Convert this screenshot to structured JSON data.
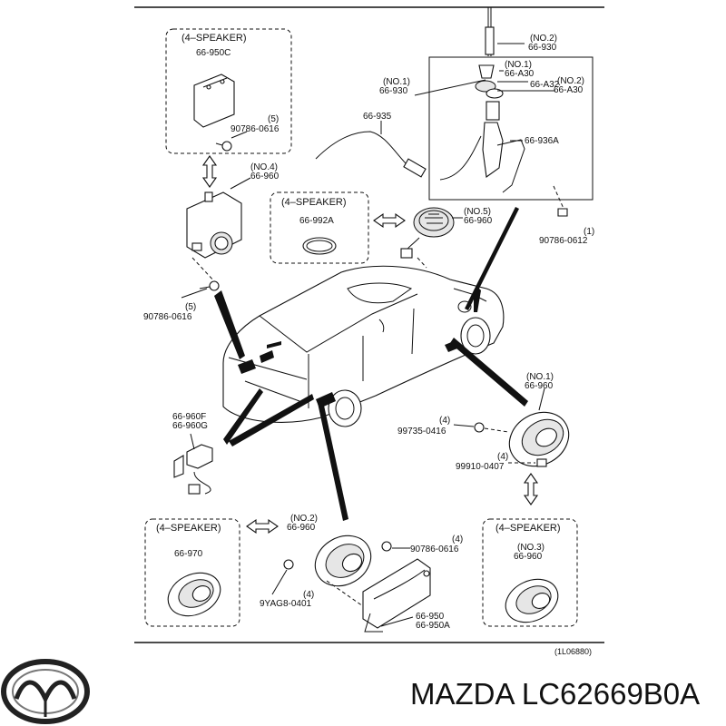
{
  "callouts": {
    "no2_930": [
      "(NO.2)",
      "66-930"
    ],
    "no1_a30": [
      "(NO.1)",
      "66-A30"
    ],
    "a32": [
      "66-A32"
    ],
    "no2_a30": [
      "(NO.2)",
      "66-A30"
    ],
    "no1_930": [
      "(NO.1)",
      "66-930"
    ],
    "p935": [
      "66-935"
    ],
    "p936a": [
      "66-936A"
    ],
    "p0612": [
      "(1)",
      "90786-0612"
    ],
    "box1_950c": [
      "66-950C"
    ],
    "box1_0616": [
      "(5)",
      "90786-0616"
    ],
    "no4_960": [
      "(NO.4)",
      "66-960"
    ],
    "box2_992a": [
      "66-992A"
    ],
    "no5_960": [
      "(NO.5)",
      "66-960"
    ],
    "left_0616": [
      "(5)",
      "90786-0616"
    ],
    "f960": [
      "66-960F",
      "66-960G"
    ],
    "no1_960": [
      "(NO.1)",
      "66-960"
    ],
    "p99735": [
      "(4)",
      "99735-0416"
    ],
    "p99910": [
      "(4)",
      "99910-0407"
    ],
    "box3_970": [
      "66-970"
    ],
    "no2_960": [
      "(NO.2)",
      "66-960"
    ],
    "p9yag": [
      "(4)",
      "9YAG8-0401"
    ],
    "mid_0616": [
      "(4)",
      "90786-0616"
    ],
    "p950": [
      "66-950",
      "66-950A"
    ],
    "box4_no3": [
      "(NO.3)",
      "66-960"
    ]
  },
  "boxes": {
    "box1": "(4–SPEAKER)",
    "box2": "(4–SPEAKER)",
    "box3": "(4–SPEAKER)",
    "box4": "(4–SPEAKER)"
  },
  "diagram_code": "(1L06880)",
  "brand_caption": "MAZDA LC62669B0A",
  "logo": "mazda-logo"
}
